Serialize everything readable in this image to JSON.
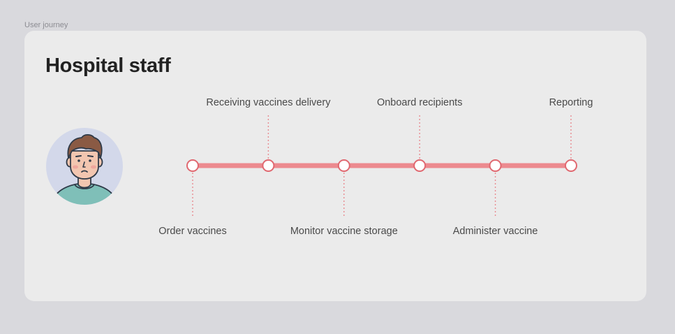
{
  "frame": {
    "label": "User journey"
  },
  "card": {
    "title": "Hospital staff"
  },
  "colors": {
    "track": "#ec8a8f",
    "node_stroke": "#e06870",
    "node_fill": "#ffffff",
    "connector": "#e88a90",
    "avatar_bg": "#d3d8ea",
    "shirt": "#7fbfb8",
    "hair": "#8a5a44",
    "skin": "#f2c6b0"
  },
  "journey": {
    "steps": [
      {
        "label": "Order vaccines",
        "position": "below"
      },
      {
        "label": "Receiving vaccines delivery",
        "position": "above"
      },
      {
        "label": "Monitor vaccine storage",
        "position": "below"
      },
      {
        "label": "Onboard recipients",
        "position": "above"
      },
      {
        "label": "Administer vaccine",
        "position": "below"
      },
      {
        "label": "Reporting",
        "position": "above"
      }
    ]
  }
}
